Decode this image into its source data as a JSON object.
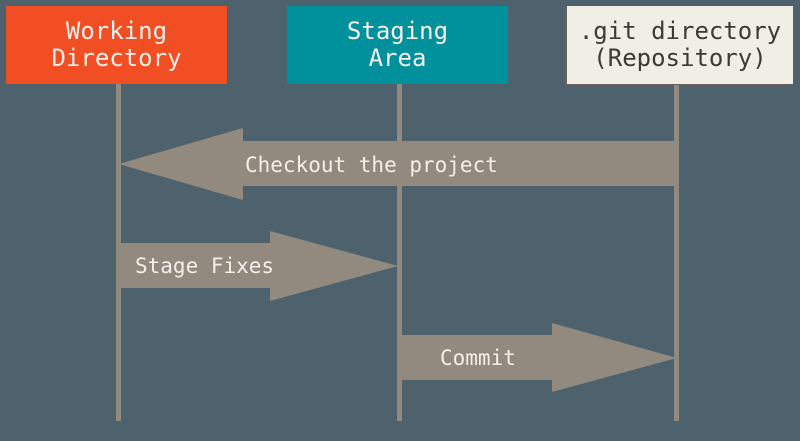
{
  "background_color": "#4D626C",
  "boxes": [
    {
      "id": "working-directory",
      "label": "Working\nDirectory",
      "color": "#F24E23",
      "text_color": "#F3F0EA"
    },
    {
      "id": "staging-area",
      "label": "Staging\nArea",
      "color": "#00919C",
      "text_color": "#F3F0EA"
    },
    {
      "id": "git-directory",
      "label": ".git directory\n(Repository)",
      "color": "#F1EEE6",
      "text_color": "#3B3A37"
    }
  ],
  "lifelines": {
    "color": "#92897F",
    "count": 3
  },
  "arrows": [
    {
      "label": "Checkout the project",
      "direction": "left",
      "from": "git-directory",
      "to": "working-directory",
      "color": "#92897F",
      "text_color": "#F3F0EA"
    },
    {
      "label": "Stage Fixes",
      "direction": "right",
      "from": "working-directory",
      "to": "staging-area",
      "color": "#92897F",
      "text_color": "#F3F0EA"
    },
    {
      "label": "Commit",
      "direction": "right",
      "from": "staging-area",
      "to": "git-directory",
      "color": "#92897F",
      "text_color": "#F3F0EA"
    }
  ]
}
